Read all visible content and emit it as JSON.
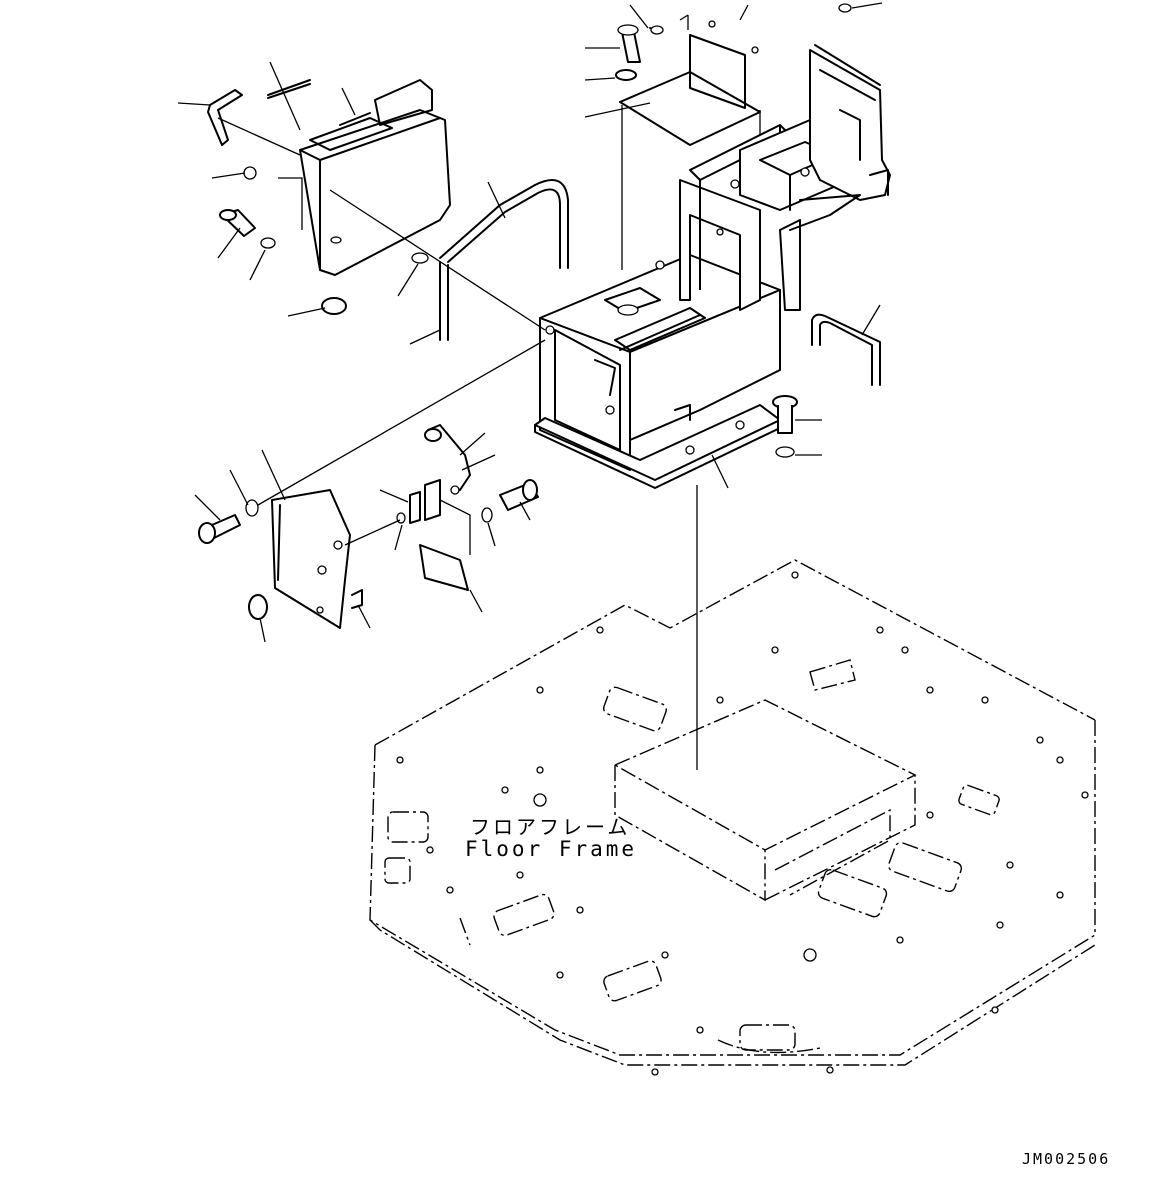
{
  "labels": {
    "floor_frame_jp": "フロアフレーム",
    "floor_frame_en": "Floor Frame",
    "drawing_code": "JM002506"
  }
}
